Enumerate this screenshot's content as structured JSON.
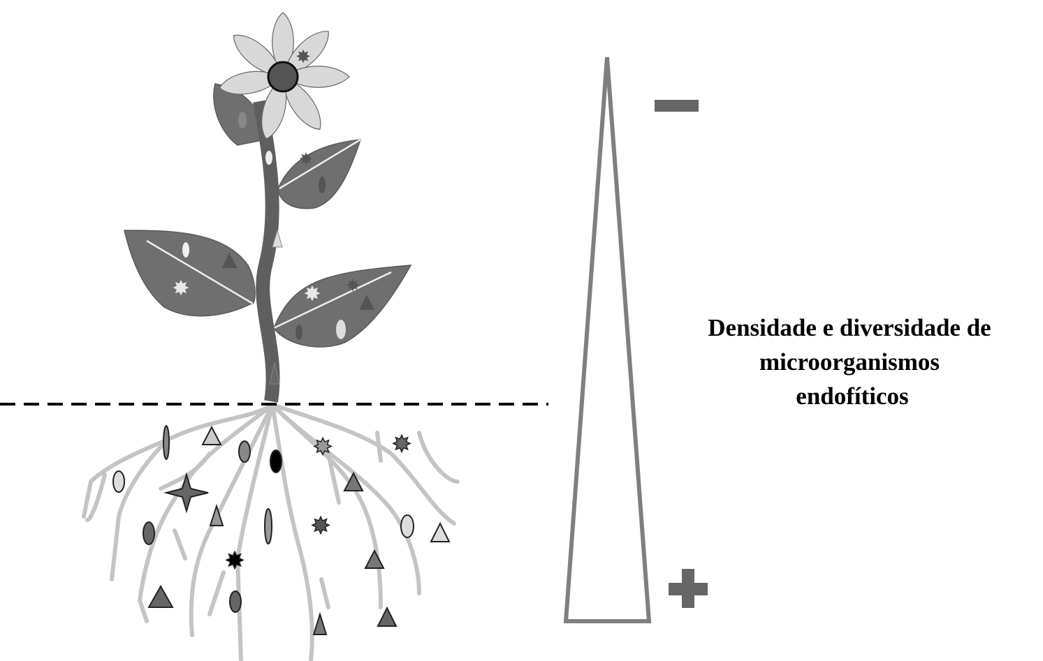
{
  "diagram": {
    "label_lines": [
      "Densidade e diversidade de",
      "microorganismos",
      "endofíticos"
    ],
    "top_sign": "−",
    "bottom_sign": "+",
    "colors": {
      "leaf": "#6f6f6f",
      "petal": "#d8d8d8",
      "root": "#c4c4c4",
      "triangle": "#808080",
      "sign": "#666666"
    }
  }
}
